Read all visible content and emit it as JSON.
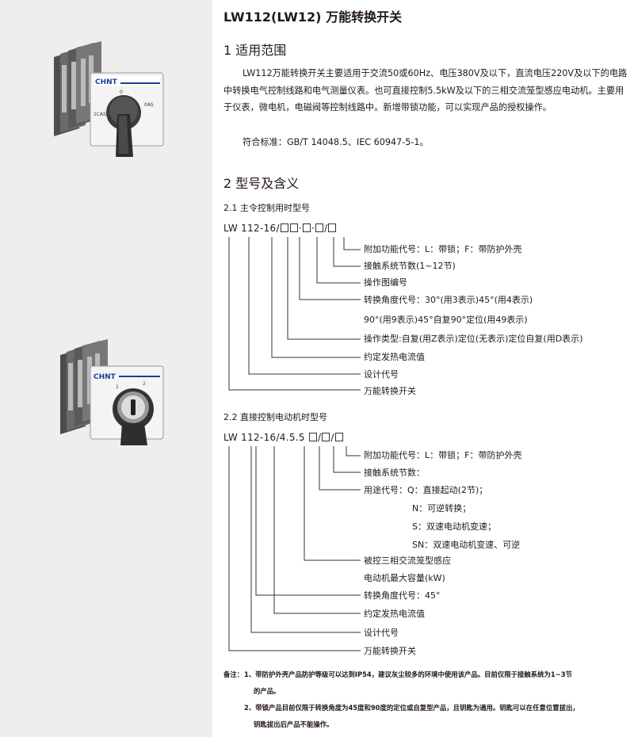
{
  "title": "LW112(LW12) 万能转换开关",
  "section1": {
    "heading": "1 适用范围",
    "para1": "LW112万能转换开关主要适用于交流50或60Hz、电压380V及以下，直流电压220V及以下的电路中转换电气控制线路和电气测量仪表。也可直接控制5.5kW及以下的三相交流笼型感应电动机。主要用于仪表，微电机，电磁阀等控制线路中。新增带锁功能，可以实现产品的授权操作。",
    "para2": "符合标准：GB/T 14048.5、IEC 60947-5-1。"
  },
  "section2": {
    "heading": "2 型号及含义",
    "sub1": {
      "heading": "2.1 主令控制用时型号",
      "code_prefix": "LW 112-16/",
      "labels": [
        "附加功能代号：L：带锁；F：带防护外壳",
        "接触系统节数(1~12节)",
        "操作图编号",
        "转换角度代号：30°(用3表示)45°(用4表示)",
        "90°(用9表示)45°自复90°定位(用49表示)",
        "操作类型:自复(用Z表示)定位(无表示)定位自复(用D表示)",
        "约定发热电流值",
        "设计代号",
        "万能转换开关"
      ]
    },
    "sub2": {
      "heading": "2.2 直接控制电动机时型号",
      "code_prefix": "LW 112-16/4.5.5",
      "labels": [
        "附加功能代号：L：带锁；F：带防护外壳",
        "接触系统节数：",
        "用途代号：Q：直接起动(2节)；",
        "N：可逆转换；",
        "S：双速电动机变速；",
        "SN：双速电动机变速、可逆",
        "被控三相交流笼型感应",
        "电动机最大容量(kW)",
        "转换角度代号：45°",
        "约定发热电流值",
        "设计代号",
        "万能转换开关"
      ]
    }
  },
  "notes": {
    "prefix": "备注：",
    "note1a": "1、带防护外壳产品防护等级可以达到IP54，建议灰尘较多的环境中使用该产品。目前仅限于接触系统为1~3节",
    "note1b": "的产品。",
    "note2a": "2、带锁产品目前仅限于转换角度为45度和90度的定位或自复型产品，且钥匙为通用。钥匙可以在任意位置拔出，",
    "note2b": "钥匙拔出后产品不能操作。"
  },
  "product1": {
    "brand": "CHNT",
    "mark_zero": "0",
    "mark_left": "1CAS",
    "mark_right": "0AS"
  },
  "product2": {
    "brand": "CHNT",
    "mark_left": "1",
    "mark_right": "2"
  },
  "colors": {
    "panel": "#eeeeee",
    "text": "#231815",
    "brand_blue": "#1a3f9a",
    "key_red": "#c0282c"
  }
}
